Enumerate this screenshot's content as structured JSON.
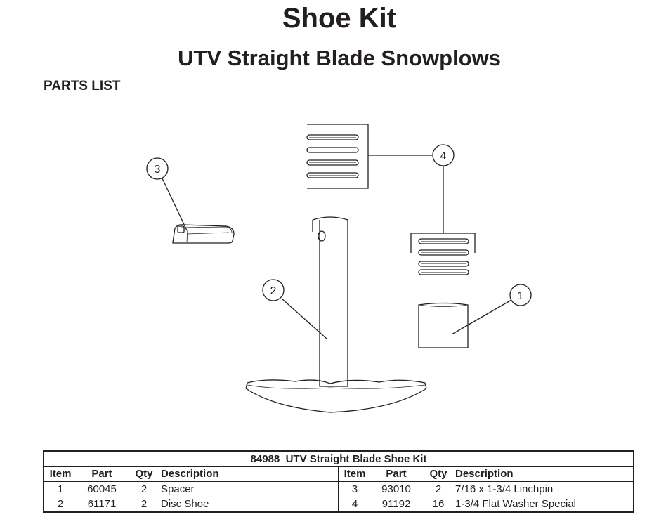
{
  "header": {
    "title": "Shoe Kit",
    "subtitle": "UTV Straight Blade Snowplows",
    "section": "PARTS LIST"
  },
  "diagram": {
    "callouts": [
      "1",
      "2",
      "3",
      "4"
    ]
  },
  "table": {
    "title": "84988  UTV Straight Blade Shoe Kit",
    "columns": [
      "Item",
      "Part",
      "Qty",
      "Description"
    ],
    "left_rows": [
      {
        "item": "1",
        "part": "60045",
        "qty": "2",
        "desc": "Spacer"
      },
      {
        "item": "2",
        "part": "61171",
        "qty": "2",
        "desc": "Disc Shoe"
      }
    ],
    "right_rows": [
      {
        "item": "3",
        "part": "93010",
        "qty": "2",
        "desc": "7/16 x 1-3/4 Linchpin"
      },
      {
        "item": "4",
        "part": "91192",
        "qty": "16",
        "desc": "1-3/4 Flat Washer Special"
      }
    ]
  }
}
